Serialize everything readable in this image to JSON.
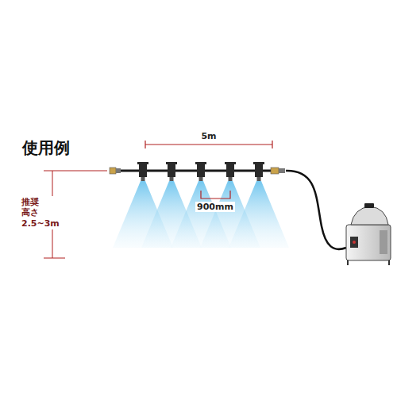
{
  "diagram": {
    "title": "使用例",
    "labels": [
      "5m",
      "900mm",
      "推奨 高さ 2.5~3m"
    ]
  }
}
